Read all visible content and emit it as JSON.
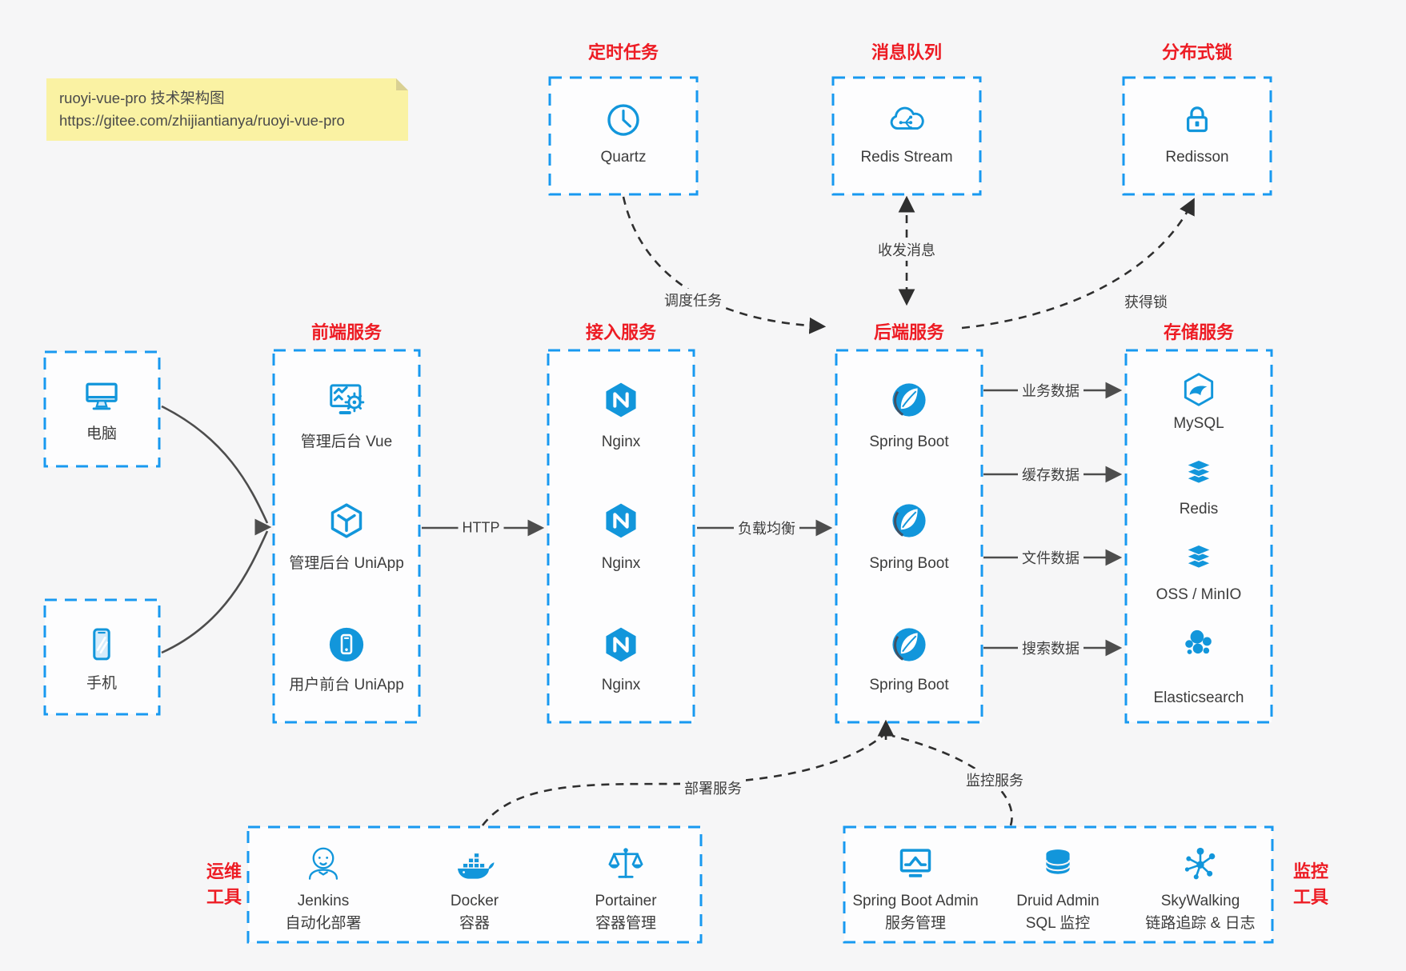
{
  "note": {
    "line1": "ruoyi-vue-pro 技术架构图",
    "line2": "https://gitee.com/zhijiantianya/ruoyi-vue-pro"
  },
  "top_services": [
    {
      "title": "定时任务",
      "label": "Quartz"
    },
    {
      "title": "消息队列",
      "label": "Redis Stream"
    },
    {
      "title": "分布式锁",
      "label": "Redisson"
    }
  ],
  "clients": [
    {
      "label": "电脑"
    },
    {
      "label": "手机"
    }
  ],
  "service_columns": [
    {
      "title": "前端服务",
      "items": [
        {
          "label": "管理后台 Vue"
        },
        {
          "label": "管理后台 UniApp"
        },
        {
          "label": "用户前台 UniApp"
        }
      ]
    },
    {
      "title": "接入服务",
      "items": [
        {
          "label": "Nginx"
        },
        {
          "label": "Nginx"
        },
        {
          "label": "Nginx"
        }
      ]
    },
    {
      "title": "后端服务",
      "items": [
        {
          "label": "Spring Boot"
        },
        {
          "label": "Spring Boot"
        },
        {
          "label": "Spring Boot"
        }
      ]
    },
    {
      "title": "存储服务",
      "items": [
        {
          "label": "MySQL"
        },
        {
          "label": "Redis"
        },
        {
          "label": "OSS / MinIO"
        },
        {
          "label": "Elasticsearch"
        }
      ]
    }
  ],
  "edges": {
    "http": "HTTP",
    "load_balance": "负载均衡",
    "schedule_task": "调度任务",
    "send_receive_message": "收发消息",
    "acquire_lock": "获得锁",
    "business_data": "业务数据",
    "cache_data": "缓存数据",
    "file_data": "文件数据",
    "search_data": "搜索数据",
    "deploy_service": "部署服务",
    "monitor_service": "监控服务"
  },
  "tool_groups": [
    {
      "title_lines": [
        "运维",
        "工具"
      ],
      "items": [
        {
          "name": "Jenkins",
          "desc": "自动化部署"
        },
        {
          "name": "Docker",
          "desc": "容器"
        },
        {
          "name": "Portainer",
          "desc": "容器管理"
        }
      ]
    },
    {
      "title_lines": [
        "监控",
        "工具"
      ],
      "items": [
        {
          "name": "Spring Boot Admin",
          "desc": "服务管理"
        },
        {
          "name": "Druid Admin",
          "desc": "SQL 监控"
        },
        {
          "name": "SkyWalking",
          "desc": "链路追踪 & 日志"
        }
      ]
    }
  ],
  "colors": {
    "background": "#f6f6f7",
    "box_border_blue": "#1899f0",
    "icon_blue": "#1296db",
    "title_red": "#ed1c24",
    "note_yellow": "#faf2a3",
    "solid_arrow": "#4d4d4d",
    "dashed_arrow": "#2f2f2f",
    "label_text": "#3c3c3c"
  }
}
